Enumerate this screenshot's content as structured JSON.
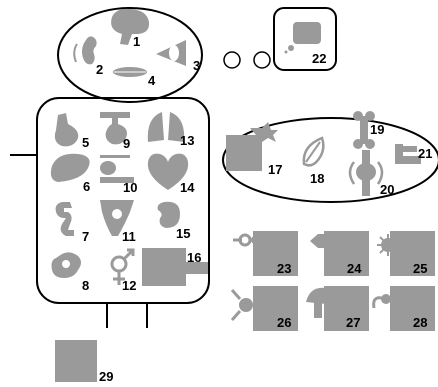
{
  "icon_color": "#9a9a9a",
  "line_color": "#000000",
  "labels": {
    "n1": "1",
    "n2": "2",
    "n3": "3",
    "n4": "4",
    "n5": "5",
    "n6": "6",
    "n7": "7",
    "n8": "8",
    "n9": "9",
    "n10": "10",
    "n11": "11",
    "n12": "12",
    "n13": "13",
    "n14": "14",
    "n15": "15",
    "n16": "16",
    "n17": "17",
    "n18": "18",
    "n19": "19",
    "n20": "20",
    "n21": "21",
    "n22": "22",
    "n23": "23",
    "n24": "24",
    "n25": "25",
    "n26": "26",
    "n27": "27",
    "n28": "28",
    "n29": "29"
  },
  "icons": {
    "i1": "brain-icon",
    "i2": "ear-icon",
    "i3": "eye-icon",
    "i4": "mouth-icon",
    "i5": "stomach-icon",
    "i6": "liver-icon",
    "i7": "intestine-icon",
    "i8": "colon-icon",
    "i9": "trachea-icon",
    "i10": "pancreas-icon",
    "i11": "pelvis-icon",
    "i12": "gender-icon",
    "i13": "lungs-icon",
    "i14": "heart-icon",
    "i15": "kidney-icon",
    "i16": "organ-block-icon",
    "i17": "skin-icon",
    "i18": "muscle-icon",
    "i19": "bone-icon",
    "i20": "joint-icon",
    "i21": "foot-icon",
    "i22": "speech-bubble-icon",
    "i23": "molecule-icon",
    "i24": "hexagon-icon",
    "i25": "virus-icon",
    "i26": "node-icon",
    "i27": "mushroom-icon",
    "i28": "sperm-icon",
    "i29": "blank-square-icon"
  }
}
